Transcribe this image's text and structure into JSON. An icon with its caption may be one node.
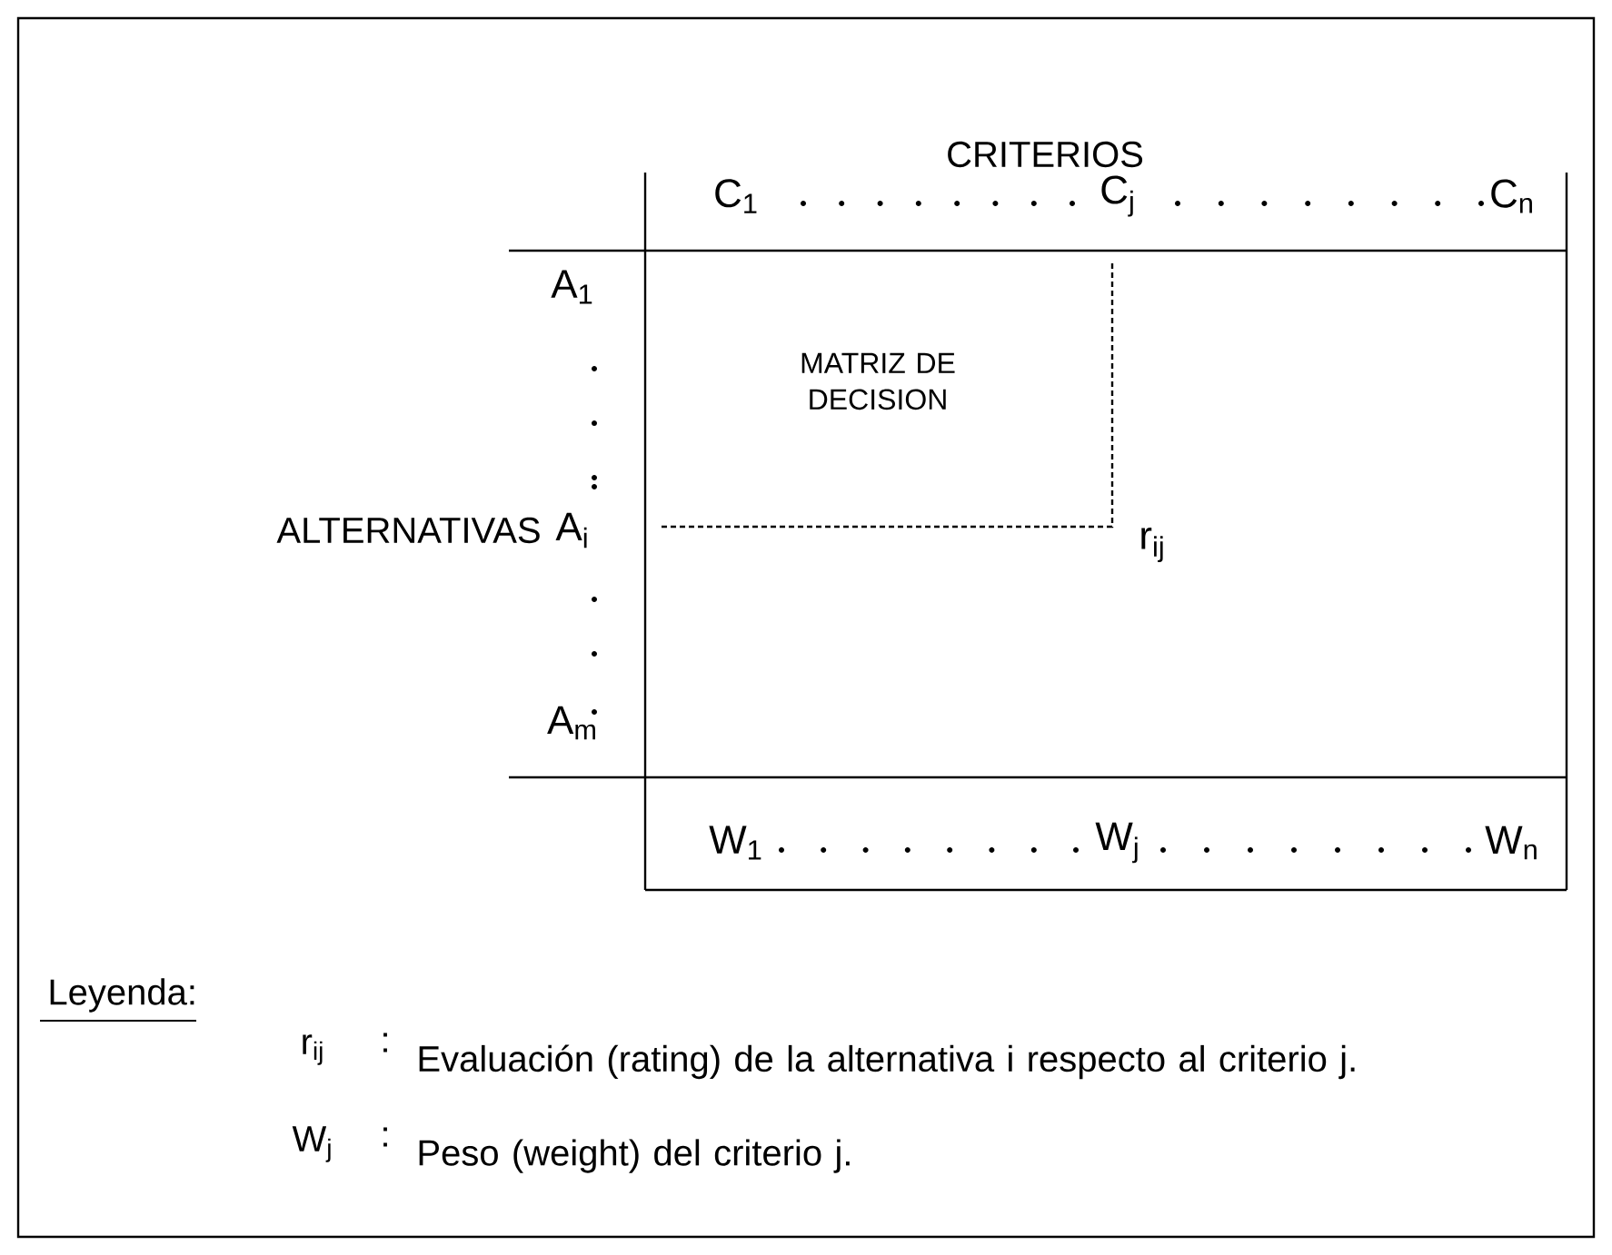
{
  "diagram": {
    "nodes": [
      {
        "text": [
          "MATRIZ DE DECISION"
        ]
      }
    ],
    "labels": [
      "CRITERIOS",
      "C$_{1}$",
      "C$_{j}$",
      "C$_{n}$",
      "ALTERNATIVAS",
      "A$_{1}$",
      "A$_{i}$",
      "A$_{m}$",
      "r$_{ij}$",
      "W$_{1}$",
      "W$_{j}$",
      "W$_{n}$",
      "Leyenda:",
      "r$_{ij}$",
      ":",
      "Evaluación (rating) de la alternativa i respecto al criterio j.",
      "W$_{j}$",
      ":",
      "Peso (weight) del criterio j."
    ]
  }
}
